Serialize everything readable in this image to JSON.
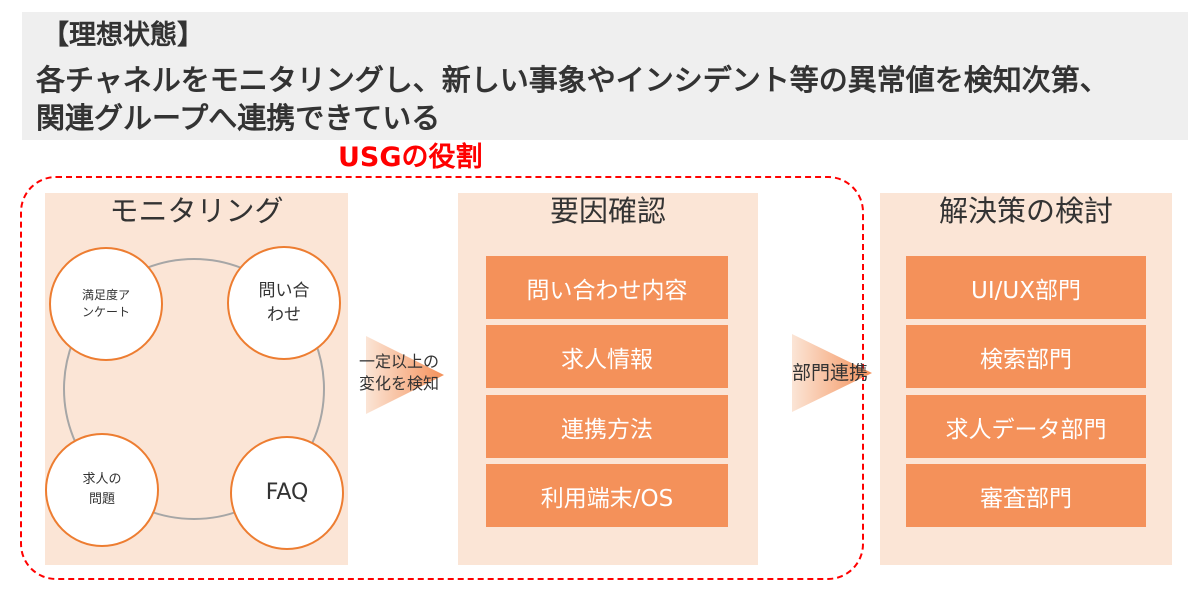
{
  "header": {
    "title": "【理想状態】",
    "line1": "各チャネルをモニタリングし、新しい事象やインシデント等の異常値を検知次第、",
    "line2": "関連グループへ連携できている"
  },
  "usg_label": "USGの役割",
  "colors": {
    "accent_red": "#ff0000",
    "panel_bg": "#fbe5d6",
    "item_fill": "#f4915a",
    "circle_border": "#ed7d31",
    "header_bg": "#efefef"
  },
  "monitoring": {
    "title": "モニタリング",
    "channels": [
      "満足度ア\nンケート",
      "問い合\nわせ",
      "求人の\n問題",
      "FAQ"
    ]
  },
  "arrow1_label": "一定以上の\n変化を検知",
  "cause": {
    "title": "要因確認",
    "items": [
      "問い合わせ内容",
      "求人情報",
      "連携方法",
      "利用端末/OS"
    ]
  },
  "arrow2_label": "部門連携",
  "solution": {
    "title": "解決策の検討",
    "items": [
      "UI/UX部門",
      "検索部門",
      "求人データ部門",
      "審査部門"
    ]
  }
}
